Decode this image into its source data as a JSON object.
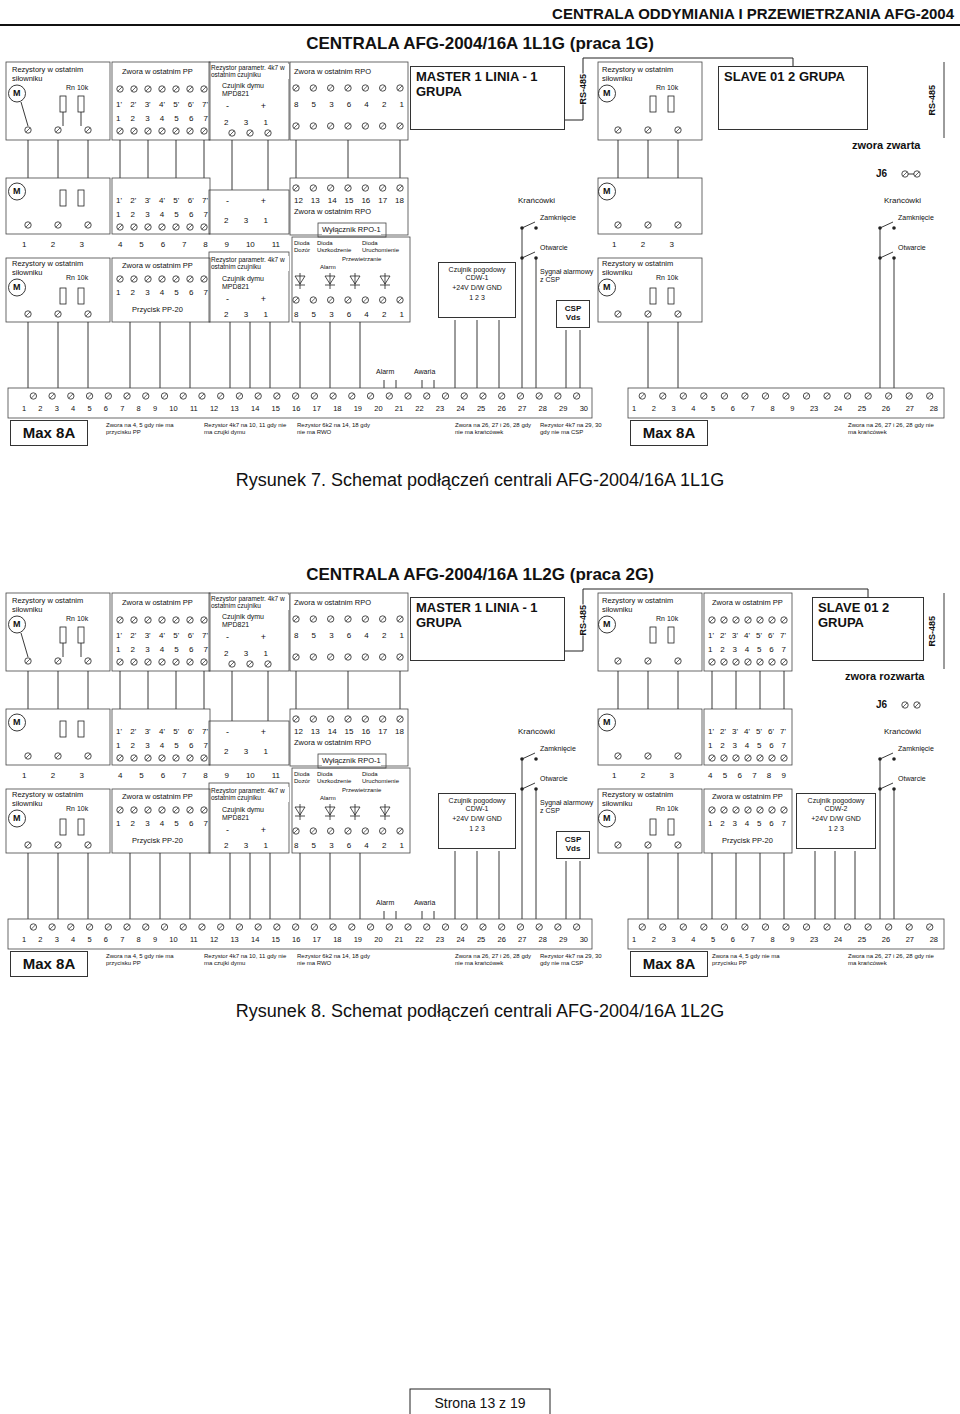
{
  "diagram": {
    "title": "CENTRALA ODDYMIANIA I PRZEWIETRZANIA AFG-2004",
    "nodes": [
      {
        "text": [
          "MASTER 1 LINIA - 1 GRUPA"
        ]
      },
      {
        "text": [
          "SLAVE 01 2 GRUPA"
        ]
      },
      {
        "text": [
          "Czujnik pogodowy CDW-1",
          "+24V D/W GND",
          "1 2 3"
        ]
      },
      {
        "text": [
          "CSP Vds"
        ]
      },
      {
        "text": [
          "Max 8A"
        ]
      },
      {
        "text": [
          "Max 8A"
        ]
      },
      {
        "text": [
          "MASTER 1 LINIA - 1 GRUPA"
        ]
      },
      {
        "text": [
          "SLAVE 01 2 GRUPA"
        ]
      },
      {
        "text": [
          "Czujnik pogodowy CDW-1",
          "+24V D/W GND",
          "1 2 3"
        ]
      },
      {
        "text": [
          "CSP Vds"
        ]
      },
      {
        "text": [
          "Czujnik pogodowy CDW-2",
          "+24V D/W GND",
          "1 2 3"
        ]
      },
      {
        "text": [
          "Max 8A"
        ]
      },
      {
        "text": [
          "Max 8A"
        ]
      }
    ],
    "edges": [
      {
        "from": 0,
        "to": 1,
        "arrow": "none",
        "label": "RS-485"
      },
      {
        "from": 6,
        "to": 7,
        "arrow": "none",
        "label": "RS-485"
      }
    ],
    "labels": [
      "CENTRALA AFG-2004/16A 1L1G (praca 1G)",
      "Rezystory w ostatnim siłowniku",
      "M",
      "Rn 10k",
      "Zwora w ostatnim PP",
      "1' 2' 3' 4' 5' 6' 7'",
      "1 2 3 4 5 6 7",
      "Rezystor parametr. 4k7 w ostatnim czujniku",
      "Czujnik dymu MPD821",
      "- +",
      "2 3 1",
      "Zwora w ostatnim RPO",
      "8 5 3 6 4 2 1",
      "M",
      "1' 2' 3' 4' 5' 6' 7'",
      "1 2 3 4 5 6 7",
      "- +",
      "2 3 1",
      "12 13 14 15 16 17 18",
      "Zwora w ostatnim RPO",
      "Wyłącznik RPO-1",
      "Krańcówki",
      "Zamknięcie",
      "Otwarcie",
      "1 2 3",
      "4 5 6 7 8 9 10 11",
      "Rezystory w ostatnim siłowniku",
      "M",
      "Rn 10k",
      "Zwora w ostatnim PP",
      "1 2 3 4 5 6 7",
      "Przycisk PP-20",
      "Rezystor parametr. 4k7 w ostatnim czujniku",
      "Czujnik dymu MPD821",
      "- +",
      "2 3 1",
      "Dioda Dozór",
      "Dioda Uszkodzenie",
      "Alarm",
      "Przewietrzanie",
      "Dioda Uruchomienie",
      "8 5 3 6 4 2 1",
      "Sygnał alarmowy z CSP",
      "Alarm",
      "Awaria",
      "1 2 3 4 5 6 7 8 9 10 11 12 13 14 15 16 17 18 19 20 21 22 23 24 25 26 27 28 29 30",
      "Zwora na 4, 5 gdy nie ma przycisku PP",
      "Rezystor 4k7 na 10, 11 gdy nie ma czujki dymu",
      "Rezystor 6k2 na 14, 18 gdy nie ma RWO",
      "Zwora na 26, 27 i 26, 28 gdy nie ma krańcówek",
      "Rezystor 4k7 na 29, 30 gdy nie ma CSP",
      "RS-485",
      "Rezystory w ostatnim siłowniku",
      "M",
      "Rn 10k",
      "zwora zwarta",
      "J6",
      "M",
      "Krańcówki",
      "Zamknięcie",
      "Otwarcie",
      "1 2 3",
      "Rezystory w ostatnim siłowniku",
      "M",
      "Rn 10k",
      "1 2 3 4 5 6 7 8 9 23 24 25 26 27 28",
      "Zwora na 26, 27 i 26, 28 gdy nie ma krańcówek",
      "Rysunek 7. Schemat podłączeń centrali AFG-2004/16A 1L1G",
      "CENTRALA AFG-2004/16A 1L2G (praca 2G)",
      "Rezystory w ostatnim siłowniku",
      "M",
      "Rn 10k",
      "Zwora w ostatnim PP",
      "1' 2' 3' 4' 5' 6' 7'",
      "1 2 3 4 5 6 7",
      "Rezystor parametr. 4k7 w ostatnim czujniku",
      "Czujnik dymu MPD821",
      "- +",
      "2 3 1",
      "Zwora w ostatnim RPO",
      "8 5 3 6 4 2 1",
      "M",
      "1' 2' 3' 4' 5' 6' 7'",
      "1 2 3 4 5 6 7",
      "- +",
      "2 3 1",
      "12 13 14 15 16 17 18",
      "Zwora w ostatnim RPO",
      "Wyłącznik RPO-1",
      "Krańcówki",
      "Zamknięcie",
      "Otwarcie",
      "1 2 3",
      "4 5 6 7 8 9 10 11",
      "Rezystory w ostatnim siłowniku",
      "M",
      "Rn 10k",
      "Zwora w ostatnim PP",
      "1 2 3 4 5 6 7",
      "Przycisk PP-20",
      "Rezystor parametr. 4k7 w ostatnim czujniku",
      "Czujnik dymu MPD821",
      "- +",
      "2 3 1",
      "Dioda Dozór",
      "Dioda Uszkodzenie",
      "Alarm",
      "Przewietrzanie",
      "Dioda Uruchomienie",
      "8 5 3 6 4 2 1",
      "Sygnał alarmowy z CSP",
      "Alarm",
      "Awaria",
      "1 2 3 4 5 6 7 8 9 10 11 12 13 14 15 16 17 18 19 20 21 22 23 24 25 26 27 28 29 30",
      "Zwora na 4, 5 gdy nie ma przycisku PP",
      "Rezystor 4k7 na 10, 11 gdy nie ma czujki dymu",
      "Rezystor 6k2 na 14, 18 gdy nie ma RWO",
      "Zwora na 26, 27 i 26, 28 gdy nie ma krańcówek",
      "Rezystor 4k7 na 29, 30 gdy nie ma CSP",
      "RS-485",
      "Rezystory w ostatnim siłowniku",
      "M",
      "Rn 10k",
      "Zwora w ostatnim PP",
      "1' 2' 3' 4' 5' 6' 7'",
      "1 2 3 4 5 6 7",
      "zwora rozwarta",
      "J6",
      "M",
      "1' 2' 3' 4' 5' 6' 7'",
      "1 2 3 4 5 6 7",
      "Krańcówki",
      "Zamknięcie",
      "Otwarcie",
      "1 2 3",
      "4 5 6 7 8 9",
      "Rezystory w ostatnim siłowniku",
      "M",
      "Rn 10k",
      "Zwora w ostatnim PP",
      "1 2 3 4 5 6 7",
      "Przycisk PP-20",
      "1 2 3 4 5 6 7 8 9 23 24 25 26 27 28",
      "Zwora na 4, 5 gdy nie ma przycisku PP",
      "Zwora na 26, 27 i 26, 28 gdy nie ma krańcówek",
      "Rysunek 8. Schemat podłączeń centrali AFG-2004/16A 1L2G",
      "Strona 13 z 19"
    ]
  }
}
